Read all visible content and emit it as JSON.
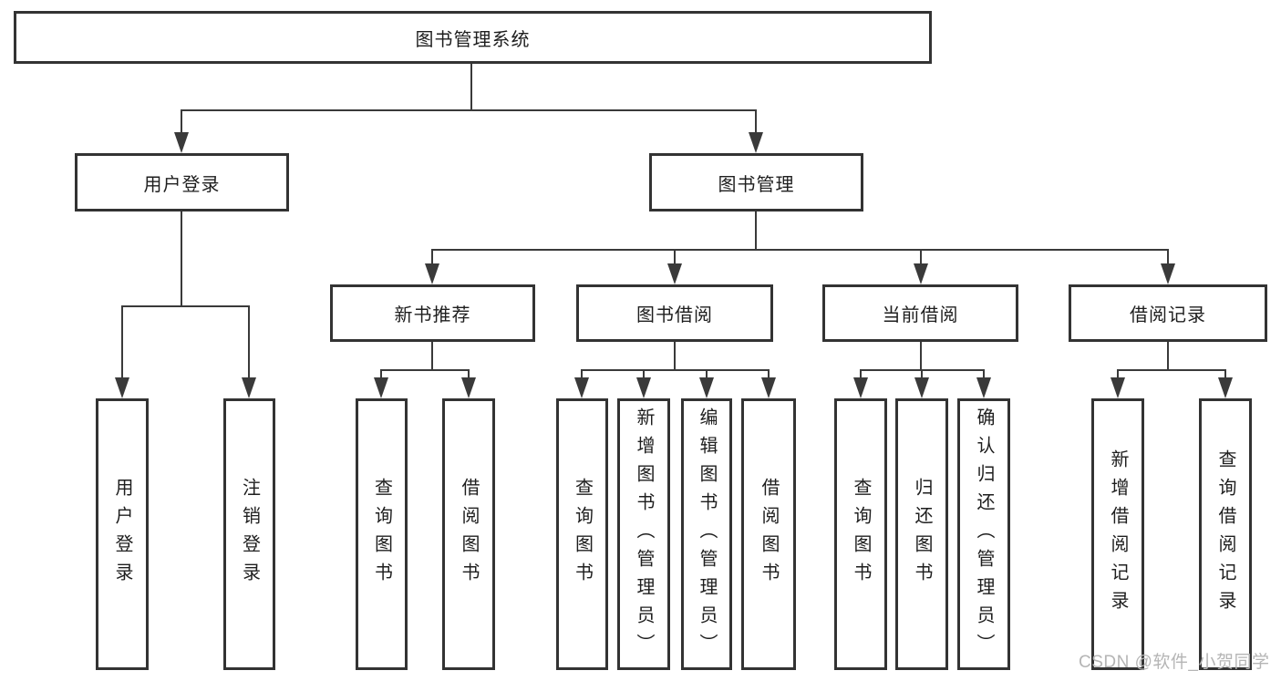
{
  "diagram": {
    "type": "hierarchy-tree",
    "root": {
      "label": "图书管理系统",
      "children": [
        {
          "label": "用户登录",
          "children": [
            {
              "label": "用户登录"
            },
            {
              "label": "注销登录"
            }
          ]
        },
        {
          "label": "图书管理",
          "children": [
            {
              "label": "新书推荐",
              "children": [
                {
                  "label": "查询图书"
                },
                {
                  "label": "借阅图书"
                }
              ]
            },
            {
              "label": "图书借阅",
              "children": [
                {
                  "label": "查询图书"
                },
                {
                  "label": "新增图书（管理员）"
                },
                {
                  "label": "编辑图书（管理员）"
                },
                {
                  "label": "借阅图书"
                }
              ]
            },
            {
              "label": "当前借阅",
              "children": [
                {
                  "label": "查询图书"
                },
                {
                  "label": "归还图书"
                },
                {
                  "label": "确认归还（管理员）"
                }
              ]
            },
            {
              "label": "借阅记录",
              "children": [
                {
                  "label": "新增借阅记录"
                },
                {
                  "label": "查询借阅记录"
                }
              ]
            }
          ]
        }
      ]
    }
  },
  "watermark": {
    "text": "CSDN @软件_小贺同学"
  },
  "colors": {
    "background": "#ffffff",
    "box_border": "#333333",
    "line": "#3a3a3a",
    "text": "#1e1e1e",
    "watermark_text": "#b5b5b5"
  }
}
